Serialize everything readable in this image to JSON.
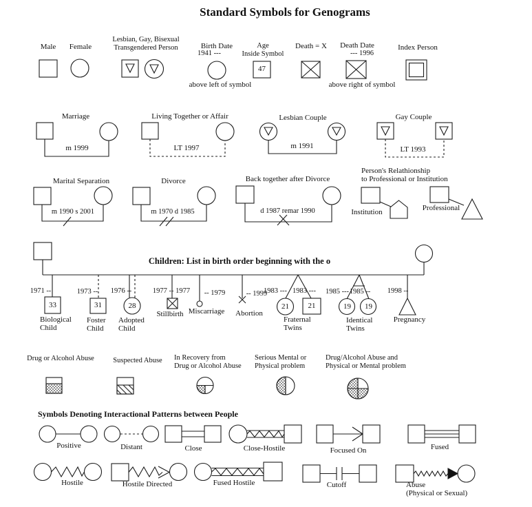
{
  "title": "Standard Symbols for Genograms",
  "row1": {
    "male": "Male",
    "female": "Female",
    "lgbt": "Lesbian, Gay, Bisexual\nTransgendered Person",
    "birth_date_label": "Birth Date",
    "birth_date_value": "1941 ---",
    "birth_note": "above left of symbol",
    "age_label": "Age\nInside Symbol",
    "age_value": "47",
    "death": "Death = X",
    "death_date_label": "Death Date",
    "death_date_value": "--- 1996",
    "death_note": "above right of symbol",
    "index_person": "Index Person"
  },
  "unions": {
    "marriage_label": "Marriage",
    "marriage_date": "m 1999",
    "living_together_label": "Living Together or Affair",
    "living_together_date": "LT 1997",
    "lesbian_couple_label": "Lesbian Couple",
    "lesbian_couple_date": "m 1991",
    "gay_couple_label": "Gay Couple",
    "gay_couple_date": "LT 1993"
  },
  "separations": {
    "marital_separation_label": "Marital Separation",
    "marital_separation_date": "m 1990 s 2001",
    "divorce_label": "Divorce",
    "divorce_date": "m 1970 d 1985",
    "back_together_label": "Back together after Divorce",
    "back_together_date": "d 1987 remar 1990",
    "professional_heading": "Person's Relathionship\nto Professional or Institution",
    "institution_label": "Institution",
    "professional_label": "Professional"
  },
  "children": {
    "heading": "Children: List in birth order beginning with the o",
    "biological": {
      "date": "1971 --",
      "age": "33",
      "label": "Biological\nChild"
    },
    "foster": {
      "date": "1973 --",
      "age": "31",
      "label": "Foster\nChild"
    },
    "adopted": {
      "date": "1976 --",
      "age": "28",
      "label": "Adopted\nChild"
    },
    "stillbirth": {
      "date": "1977 -- 1977",
      "label": "Stillbirth"
    },
    "miscarriage": {
      "date": "-- 1979",
      "label": "Miscarriage"
    },
    "abortion": {
      "date": "-- 1999",
      "label": "Abortion"
    },
    "fraternal_twins": {
      "date_left": "1983 ---",
      "date_right": "1983 ---",
      "age_left": "21",
      "age_right": "21",
      "label": "Fraternal\nTwins"
    },
    "identical_twins": {
      "date_left": "1985 ---",
      "date_right": "1985 --",
      "age_left": "19",
      "age_right": "19",
      "label": "Identical\nTwins"
    },
    "pregnancy": {
      "date": "1998 --",
      "label": "Pregnancy"
    }
  },
  "conditions": {
    "drug_alcohol": "Drug or Alcohol Abuse",
    "suspected": "Suspected Abuse",
    "recovery": "In Recovery from\nDrug or Alcohol Abuse",
    "serious_mental": "Serious Mental or\nPhysical problem",
    "combined": "Drug/Alcohol Abuse and\nPhysical or Mental problem"
  },
  "interactional": {
    "heading": "Symbols Denoting Interactional Patterns between People",
    "positive": "Positive",
    "distant": "Distant",
    "close": "Close",
    "close_hostile": "Close-Hostile",
    "focused_on": "Focused On",
    "fused": "Fused",
    "hostile": "Hostile",
    "hostile_directed": "Hostile Directed",
    "fused_hostile": "Fused Hostile",
    "cutoff": "Cutoff",
    "abuse": "Abuse\n(Physical or Sexual)"
  }
}
